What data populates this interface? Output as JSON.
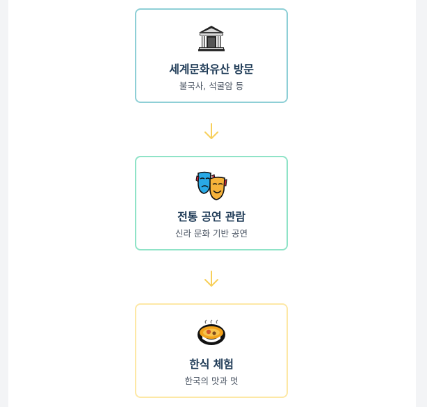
{
  "steps": [
    {
      "icon": "classical-building-icon",
      "title": "세계문화유산 방문",
      "subtitle": "불국사, 석굴암 등",
      "border_color": "#8ecfd6"
    },
    {
      "icon": "performing-arts-masks-icon",
      "title": "전통 공연 관람",
      "subtitle": "신라 문화 기반 공연",
      "border_color": "#8fe3c7"
    },
    {
      "icon": "stew-bowl-icon",
      "title": "한식 체험",
      "subtitle": "한국의 맛과 멋",
      "border_color": "#fde8a6"
    }
  ],
  "connector": {
    "icon": "arrow-down-icon",
    "color": "#f7cf5a"
  }
}
